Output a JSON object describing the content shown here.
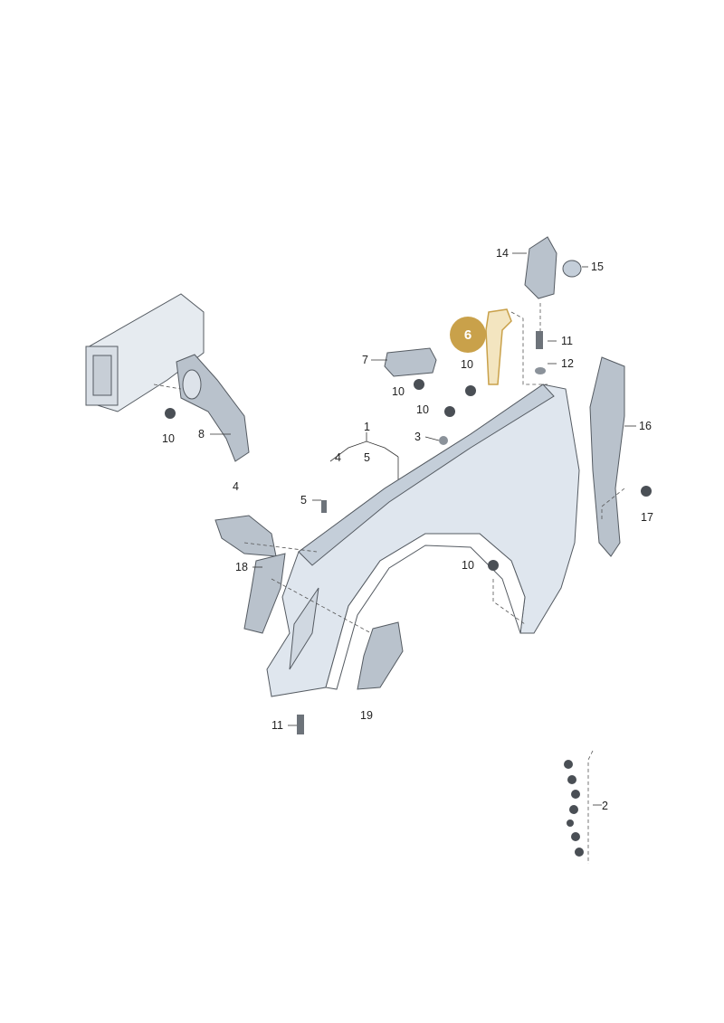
{
  "diagram": {
    "highlight": {
      "label": "6",
      "color": "#c9a14a"
    },
    "colors": {
      "panel": "#dfe6ee",
      "panel_shade": "#c4ced9",
      "part": "#b9c2cc",
      "outline": "#555b62",
      "text": "#222222"
    },
    "callouts": [
      {
        "id": "1",
        "label": "1"
      },
      {
        "id": "2",
        "label": "2"
      },
      {
        "id": "3",
        "label": "3"
      },
      {
        "id": "4a",
        "label": "4"
      },
      {
        "id": "4b",
        "label": "4"
      },
      {
        "id": "5a",
        "label": "5"
      },
      {
        "id": "5b",
        "label": "5"
      },
      {
        "id": "7",
        "label": "7"
      },
      {
        "id": "8",
        "label": "8"
      },
      {
        "id": "10a",
        "label": "10"
      },
      {
        "id": "10b",
        "label": "10"
      },
      {
        "id": "10c",
        "label": "10"
      },
      {
        "id": "10d",
        "label": "10"
      },
      {
        "id": "10e",
        "label": "10"
      },
      {
        "id": "11a",
        "label": "11"
      },
      {
        "id": "11b",
        "label": "11"
      },
      {
        "id": "12",
        "label": "12"
      },
      {
        "id": "14",
        "label": "14"
      },
      {
        "id": "15",
        "label": "15"
      },
      {
        "id": "16",
        "label": "16"
      },
      {
        "id": "17",
        "label": "17"
      },
      {
        "id": "18",
        "label": "18"
      },
      {
        "id": "19",
        "label": "19"
      }
    ]
  }
}
